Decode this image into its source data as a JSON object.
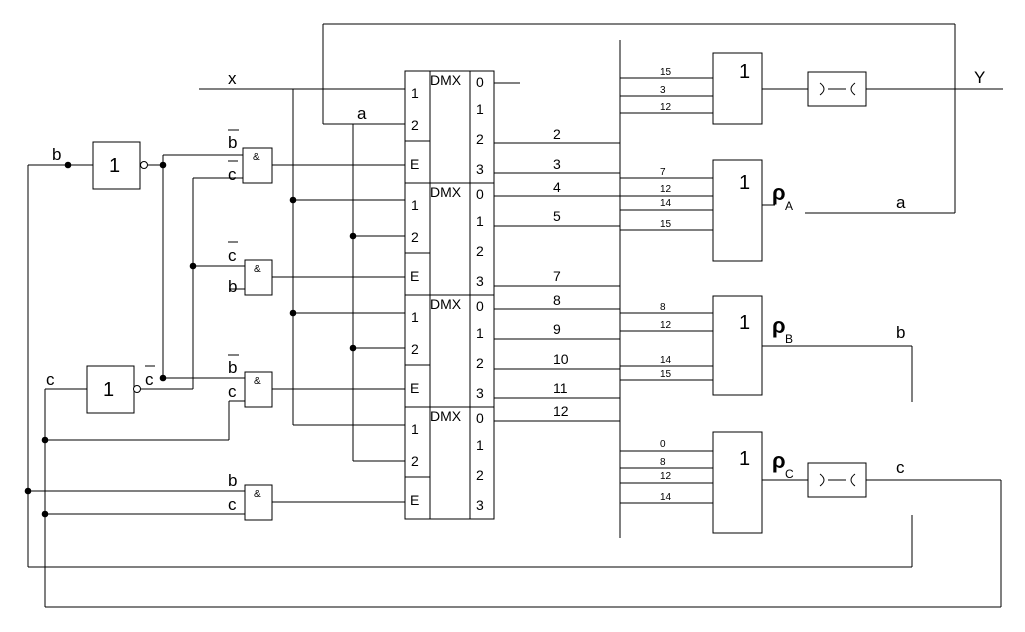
{
  "signals": {
    "x": "x",
    "y": "Y",
    "a": "a",
    "b": "b",
    "c": "c",
    "b_bar": "b",
    "c_bar": "c",
    "and_symbol": "&",
    "or_symbol": "1"
  },
  "inverters": [
    {
      "label": "1"
    },
    {
      "label": "1"
    }
  ],
  "and_gates": [
    {
      "inputs": [
        "b",
        "c"
      ],
      "bars": [
        true,
        true
      ]
    },
    {
      "inputs": [
        "c",
        "b"
      ],
      "bars": [
        true,
        false
      ]
    },
    {
      "inputs": [
        "b",
        "c"
      ],
      "bars": [
        true,
        false
      ]
    },
    {
      "inputs": [
        "b",
        "c"
      ],
      "bars": [
        false,
        false
      ]
    }
  ],
  "demuxes": [
    {
      "title": "DMX",
      "selects": [
        "1",
        "2"
      ],
      "enable": "E",
      "outputs": [
        "0",
        "1",
        "2",
        "3"
      ]
    },
    {
      "title": "DMX",
      "selects": [
        "1",
        "2"
      ],
      "enable": "E",
      "outputs": [
        "0",
        "1",
        "2",
        "3"
      ]
    },
    {
      "title": "DMX",
      "selects": [
        "1",
        "2"
      ],
      "enable": "E",
      "outputs": [
        "0",
        "1",
        "2",
        "3"
      ]
    },
    {
      "title": "DMX",
      "selects": [
        "1",
        "2"
      ],
      "enable": "E",
      "outputs": [
        "0",
        "1",
        "2",
        "3"
      ]
    }
  ],
  "bus_lines": [
    "2",
    "3",
    "4",
    "5",
    "7",
    "8",
    "9",
    "10",
    "11",
    "12"
  ],
  "or_gates": [
    {
      "label": "1",
      "inputs": [
        "15",
        "3",
        "12"
      ],
      "output": ""
    },
    {
      "label": "1",
      "inputs": [
        "7",
        "12",
        "14",
        "15"
      ],
      "output": "ρ",
      "sub": "A"
    },
    {
      "label": "1",
      "inputs": [
        "8",
        "12",
        "14",
        "15"
      ],
      "output": "ρ",
      "sub": "B"
    },
    {
      "label": "1",
      "inputs": [
        "0",
        "8",
        "12",
        "14"
      ],
      "output": "ρ",
      "sub": "C"
    }
  ]
}
